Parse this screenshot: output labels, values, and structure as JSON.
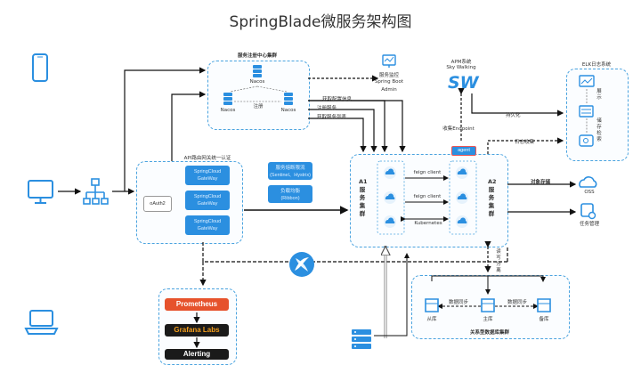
{
  "title": "SpringBlade微服务架构图",
  "registry": {
    "cluster_label": "服务注册中心集群",
    "node_top": "Nacos",
    "node_left": "Nacos",
    "node_right": "Nacos",
    "edge_label": "注册"
  },
  "monitor": {
    "line1": "服务监控",
    "line2": "Spring Boot",
    "line3": "Admin"
  },
  "apm": {
    "label": "APM系统",
    "name": "Sky Walking",
    "logo": "SW",
    "collect": "收集Endpoint",
    "agent": "agent",
    "persist": "持久化"
  },
  "elk": {
    "label": "ELK日志系统",
    "show": "展示",
    "store": "储存检索",
    "collect": "日志收集"
  },
  "links": {
    "get_config": "获取配置信息",
    "register": "注册服务",
    "get_list": "获取服务列表"
  },
  "gateway": {
    "label": "API路由网关统一认证",
    "oauth": "oAuth2",
    "buttons": [
      {
        "line1": "SpringCloud",
        "line2": "GateWay"
      },
      {
        "line1": "SpringCloud",
        "line2": "GateWay"
      },
      {
        "line1": "SpringCloud",
        "line2": "GateWay"
      }
    ]
  },
  "middle": {
    "fuse_line1": "服务熔断限流",
    "fuse_line2": "(Sentinel、Hystrix)",
    "lb_line1": "负载均衡",
    "lb_line2": "(Ribbon)"
  },
  "cluster": {
    "a1": [
      "A1",
      "服",
      "务",
      "集",
      "群"
    ],
    "a2": [
      "A2",
      "服",
      "务",
      "集",
      "群"
    ],
    "feign1": "feign client",
    "feign2": "feign client",
    "k8s": "Kubernetes"
  },
  "storage": {
    "object": "对象存储",
    "oss": "OSS",
    "task": "任务管理"
  },
  "db": {
    "label": "关系型数据库集群",
    "read_write": [
      "读",
      "写",
      "分",
      "离"
    ],
    "sync": "数据同步",
    "slave": "从库",
    "master": "主库",
    "backup": "备库"
  },
  "prometheus": {
    "p1": "Prometheus",
    "p2": "Grafana Labs",
    "p3": "Alerting"
  },
  "colors": {
    "accent": "#2b8fe0",
    "dash": "#4aa3df",
    "prometheus": "#e6522c",
    "grafana": "#1a1a1a"
  }
}
